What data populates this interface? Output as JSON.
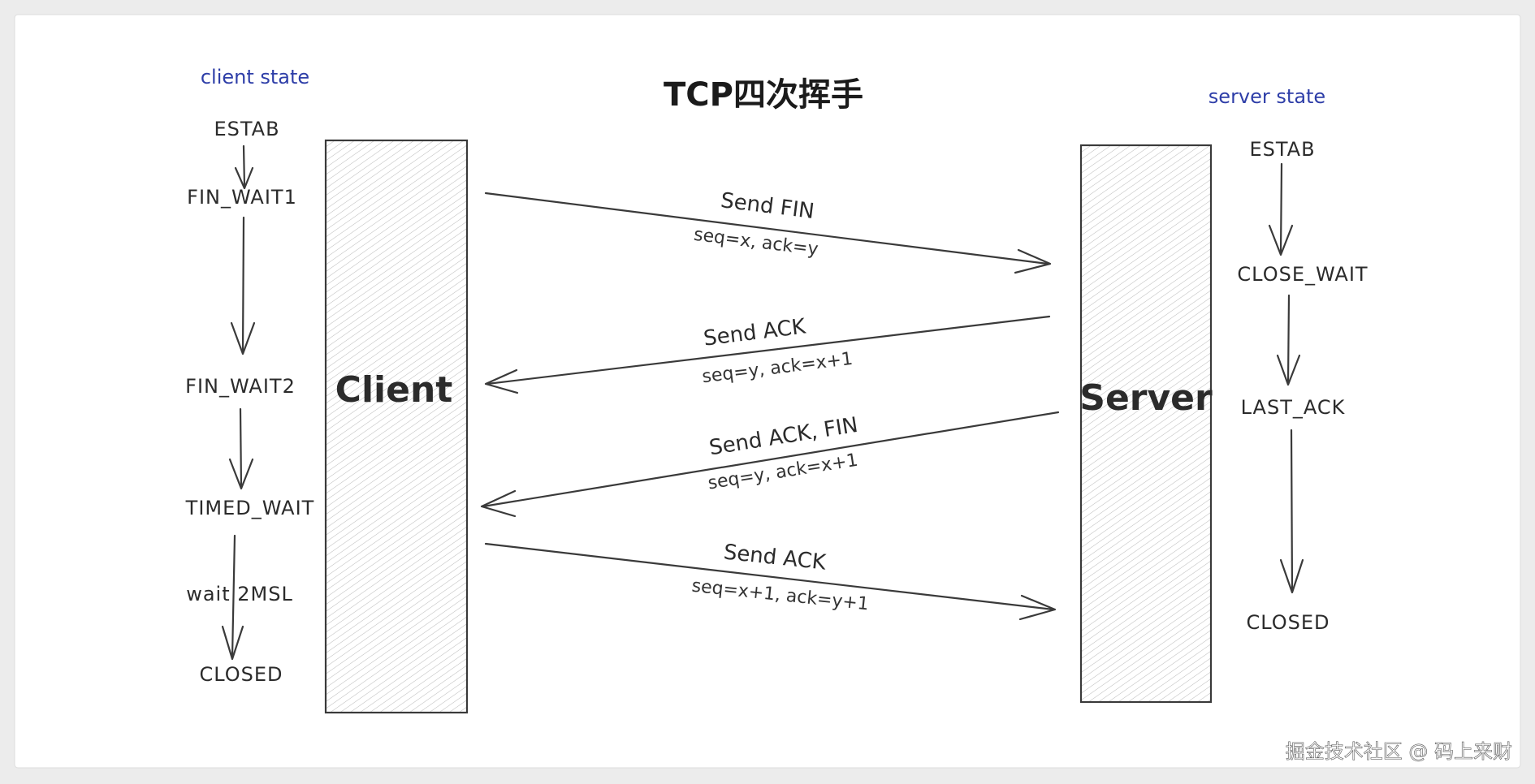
{
  "title": "TCP四次挥手",
  "headers": {
    "client": "client state",
    "server": "server state"
  },
  "boxes": {
    "client": "Client",
    "server": "Server"
  },
  "client_states": {
    "estab": "ESTAB",
    "fin_wait1": "FIN_WAIT1",
    "fin_wait2": "FIN_WAIT2",
    "timed_wait": "TIMED_WAIT",
    "wait_note": "wait 2MSL",
    "closed": "CLOSED"
  },
  "server_states": {
    "estab": "ESTAB",
    "close_wait": "CLOSE_WAIT",
    "last_ack": "LAST_ACK",
    "closed": "CLOSED"
  },
  "messages": [
    {
      "label": "Send FIN",
      "detail": "seq=x, ack=y",
      "direction": "client-to-server"
    },
    {
      "label": "Send ACK",
      "detail": "seq=y, ack=x+1",
      "direction": "server-to-client"
    },
    {
      "label": "Send ACK, FIN",
      "detail": "seq=y, ack=x+1",
      "direction": "server-to-client"
    },
    {
      "label": "Send ACK",
      "detail": "seq=x+1, ack=y+1",
      "direction": "client-to-server"
    }
  ],
  "watermark": "掘金技术社区 @ 码上来财",
  "colors": {
    "background": "#ffffff",
    "header_blue": "#2e3ea8",
    "ink": "#2b2b2b"
  }
}
